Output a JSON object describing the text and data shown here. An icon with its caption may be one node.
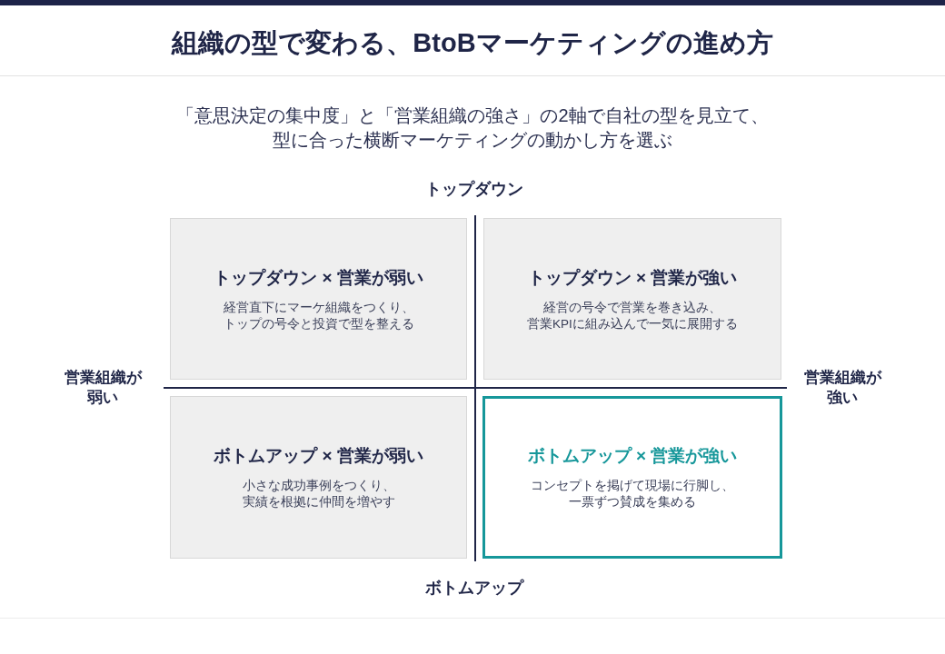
{
  "diagram": {
    "title": "組織の型で変わる、BtoBマーケティングの進め方",
    "nodes": [
      {
        "text": [
          "トップダウン × 営業が弱い",
          "経営直下にマーケ組織をつくり、トップの号令と投資で型を整える"
        ]
      },
      {
        "text": [
          "トップダウン × 営業が強い",
          "経営の号令で営業を巻き込み、営業KPIに組み込んで一気に展開する"
        ]
      },
      {
        "text": [
          "ボトムアップ × 営業が弱い",
          "小さな成功事例をつくり、実績を根拠に仲間を増やす"
        ]
      },
      {
        "text": [
          "ボトムアップ × 営業が強い",
          "コンセプトを掲げて現場に行脚し、一票ずつ賛成を集める"
        ]
      }
    ],
    "edges": [],
    "labels": [
      "「意思決定の集中度」と「営業組織の強さ」の2軸で自社の型を見立て、型に合った横断マーケティングの動かし方を選ぶ",
      "トップダウン",
      "営業組織が弱い",
      "営業組織が強い",
      "ボトムアップ"
    ]
  }
}
